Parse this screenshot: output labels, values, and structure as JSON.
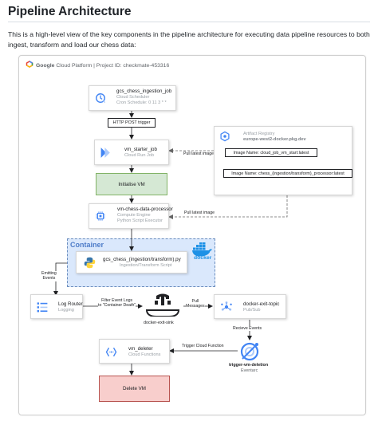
{
  "page": {
    "title": "Pipeline Architecture",
    "intro": "This is a high-level view of the key components in the pipeline architecture for executing data pipeline resources to both ingest, transform and load our chess data:"
  },
  "gcp_header": {
    "google": "Google",
    "rest": "Cloud Platform | Project ID: checkmate-453316"
  },
  "nodes": {
    "scheduler": {
      "title": "gcs_chess_ingestion_job",
      "sub1": "Cloud Scheduler",
      "sub2": "Cron Schedule: 0 11 3 * *"
    },
    "http_trigger": {
      "label": "HTTP POST trigger"
    },
    "vm_starter": {
      "title": "vm_starter_job",
      "sub1": "Cloud Run Job"
    },
    "artifact_registry": {
      "title": "Artifact Registry",
      "sub1": "europe-west2-docker.pkg.dev",
      "image1": "Image Name: cloud_job_vm_start:latest",
      "image2": "Image Name: chess_(ingestion/transform)_processor:latest"
    },
    "initialise_vm": {
      "label": "Initialise VM"
    },
    "vm_processor": {
      "title": "vm-chess-data-processor",
      "sub1": "Compute Engine",
      "sub2": "Python Script Executor"
    },
    "container": {
      "label": "Container",
      "docker": "docker"
    },
    "python_script": {
      "title": "gcs_chess_(ingestion/transform).py",
      "sub1": "Ingestion/Transform Script"
    },
    "log_router": {
      "title": "Log Router",
      "sub1": "Logging"
    },
    "sink": {
      "label": "docker-exit-sink"
    },
    "pubsub": {
      "title": "docker-exit-topic",
      "sub1": "Pub/Sub"
    },
    "eventarc": {
      "title": "trigger-vm-deletion",
      "sub1": "Eventarc"
    },
    "vm_deleter": {
      "title": "vm_deleter",
      "sub1": "Cloud Functions"
    },
    "delete_vm": {
      "label": "Delete VM"
    }
  },
  "edge_labels": {
    "pull_latest_image_1": "Pull latest image",
    "pull_latest_image_2": "Pull latest image",
    "emitting_events": "Emitting\nEvents",
    "filter_event_logs": "Filter Event Logs\nto \"Container Death\"",
    "pull_messages": "Pull\nMessages",
    "recieve_events": "Recieve Events",
    "trigger_cloud_function": "Trigger Cloud Function"
  },
  "colors": {
    "gcp_blue": "#4285f4",
    "green_fill": "#d5e8d4",
    "green_stroke": "#82b366",
    "red_fill": "#f8cecc",
    "red_stroke": "#b85450",
    "container_fill": "#dae8fc",
    "docker_blue": "#1d91e6"
  },
  "icons": {
    "gcp_logo": "gcp-hexagon-logo-icon",
    "scheduler": "cloud-scheduler-icon",
    "cloud_run": "cloud-run-icon",
    "artifact_registry": "artifact-registry-icon",
    "compute_engine": "compute-engine-icon",
    "python": "python-logo-icon",
    "docker": "docker-whale-icon",
    "logging": "logging-icon",
    "sink": "sink-faucet-icon",
    "pubsub": "pubsub-icon",
    "eventarc": "eventarc-icon",
    "cloud_functions": "cloud-functions-icon"
  }
}
